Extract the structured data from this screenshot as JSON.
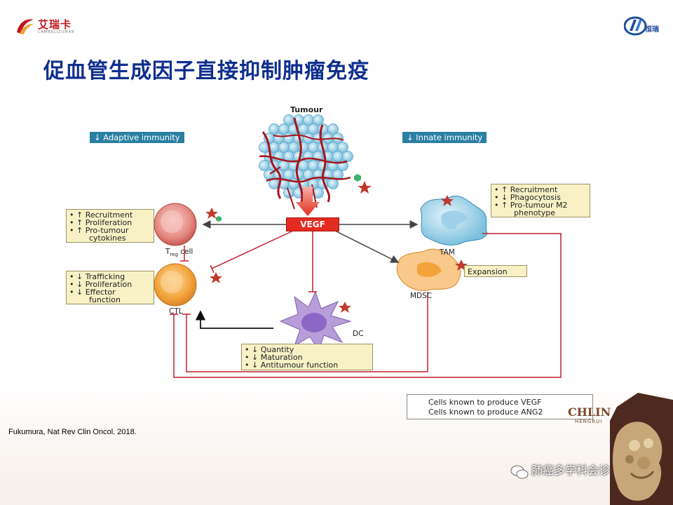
{
  "header": {
    "logo_left_text": "艾瑞卡",
    "logo_left_sub": "CAMRELIZUMAB",
    "logo_right_text": "恒瑞",
    "title": "促血管生成因子直接抑制肿瘤免疫"
  },
  "diagram": {
    "tumour_label": "Tumour",
    "adaptive_tag": "↓ Adaptive immunity",
    "innate_tag": "↓ Innate immunity",
    "vegf_label": "VEGF",
    "treg_label": "T",
    "treg_sub": "reg",
    "treg_suffix": " cell",
    "ctl_label": "CTL",
    "dc_label": "DC",
    "tam_label": "TAM",
    "mdsc_label": "MDSC",
    "treg_box": [
      "• ↑ Recruitment",
      "• ↑ Proliferation",
      "• ↑ Pro-tumour",
      "cytokines"
    ],
    "ctl_box": [
      "• ↓ Trafficking",
      "• ↓ Proliferation",
      "• ↓ Effector",
      "function"
    ],
    "dc_box": [
      "• ↓ Quantity",
      "• ↓ Maturation",
      "• ↓ Antitumour function"
    ],
    "tam_box": [
      "• ↑ Recruitment",
      "• ↓ Phagocytosis",
      "• ↑ Pro-tumour M2",
      "phenotype"
    ],
    "mdsc_box": "Expansion",
    "legend": [
      "Cells known to produce VEGF",
      "Cells known to produce ANG2"
    ]
  },
  "citation": "Fukumura, Nat Rev Clin Oncol. 2018.",
  "watermark": {
    "text": "肺癌多学科会诊",
    "clin": "CHLIN",
    "clin_sub": "HENGRUI"
  },
  "colors": {
    "title": "#0f2f8f",
    "vegf": "#e52b1f",
    "tag": "#2a7fa2",
    "box": "#f7f1c5",
    "inhibit": "#c21f2a"
  }
}
